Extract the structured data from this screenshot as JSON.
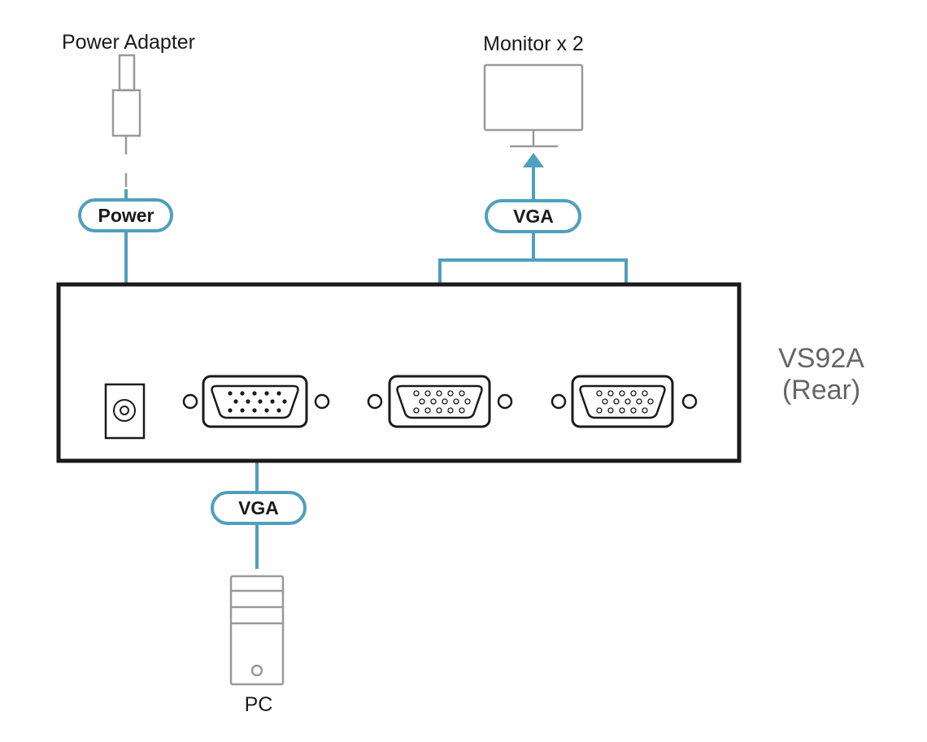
{
  "labels": {
    "power_adapter": "Power Adapter",
    "monitor": "Monitor x 2",
    "pc": "PC",
    "device_model": "VS92A",
    "device_side": "(Rear)"
  },
  "badges": {
    "power": "Power",
    "vga_out": "VGA",
    "vga_in": "VGA"
  },
  "colors": {
    "cable": "#4f9fbe",
    "outline": "#1a1a1a",
    "peripheral": "#999999"
  },
  "icons": {
    "power_adapter": "power-adapter-plug-icon",
    "monitor": "monitor-icon",
    "pc": "pc-tower-icon",
    "power_jack": "dc-power-jack-icon",
    "vga_port": "vga-port-icon"
  }
}
